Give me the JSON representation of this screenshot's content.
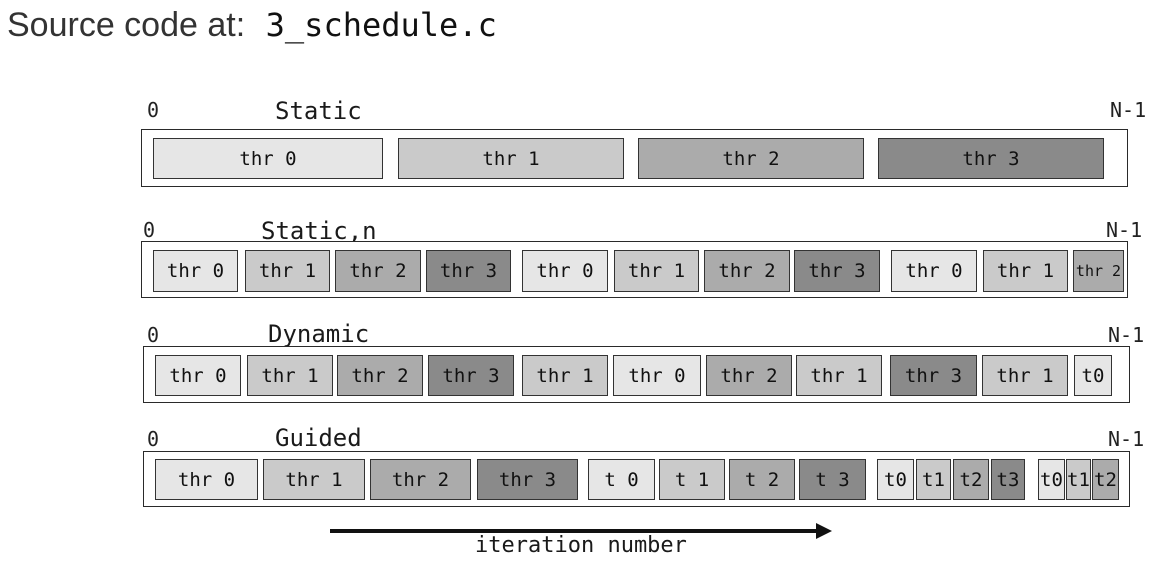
{
  "header": {
    "prefix": "Source code at:",
    "filename": "3_schedule.c"
  },
  "axis": {
    "label": "iteration number"
  },
  "schedules": [
    {
      "title": "Static",
      "start": "0",
      "end": "N-1",
      "blocks": [
        {
          "label": "thr 0",
          "thread": 0
        },
        {
          "label": "thr 1",
          "thread": 1
        },
        {
          "label": "thr 2",
          "thread": 2
        },
        {
          "label": "thr 3",
          "thread": 3
        }
      ]
    },
    {
      "title": "Static,n",
      "start": "0",
      "end": "N-1",
      "blocks": [
        {
          "label": "thr 0",
          "thread": 0
        },
        {
          "label": "thr 1",
          "thread": 1
        },
        {
          "label": "thr 2",
          "thread": 2
        },
        {
          "label": "thr 3",
          "thread": 3
        },
        {
          "label": "thr 0",
          "thread": 0
        },
        {
          "label": "thr 1",
          "thread": 1
        },
        {
          "label": "thr 2",
          "thread": 2
        },
        {
          "label": "thr 3",
          "thread": 3
        },
        {
          "label": "thr 0",
          "thread": 0
        },
        {
          "label": "thr 1",
          "thread": 1
        },
        {
          "label": "thr 2",
          "thread": 2
        }
      ]
    },
    {
      "title": "Dynamic",
      "start": "0",
      "end": "N-1",
      "blocks": [
        {
          "label": "thr 0",
          "thread": 0
        },
        {
          "label": "thr 1",
          "thread": 1
        },
        {
          "label": "thr 2",
          "thread": 2
        },
        {
          "label": "thr 3",
          "thread": 3
        },
        {
          "label": "thr 1",
          "thread": 1
        },
        {
          "label": "thr 0",
          "thread": 0
        },
        {
          "label": "thr 2",
          "thread": 2
        },
        {
          "label": "thr 1",
          "thread": 1
        },
        {
          "label": "thr 3",
          "thread": 3
        },
        {
          "label": "thr 1",
          "thread": 1
        },
        {
          "label": "t0",
          "thread": 0
        }
      ]
    },
    {
      "title": "Guided",
      "start": "0",
      "end": "N-1",
      "blocks": [
        {
          "label": "thr 0",
          "thread": 0
        },
        {
          "label": "thr 1",
          "thread": 1
        },
        {
          "label": "thr 2",
          "thread": 2
        },
        {
          "label": "thr 3",
          "thread": 3
        },
        {
          "label": "t 0",
          "thread": 0
        },
        {
          "label": "t 1",
          "thread": 1
        },
        {
          "label": "t 2",
          "thread": 2
        },
        {
          "label": "t 3",
          "thread": 3
        },
        {
          "label": "t0",
          "thread": 0
        },
        {
          "label": "t1",
          "thread": 1
        },
        {
          "label": "t2",
          "thread": 2
        },
        {
          "label": "t3",
          "thread": 3
        },
        {
          "label": "t0",
          "thread": 0
        },
        {
          "label": "t1",
          "thread": 1
        },
        {
          "label": "t2",
          "thread": 2
        }
      ]
    }
  ]
}
